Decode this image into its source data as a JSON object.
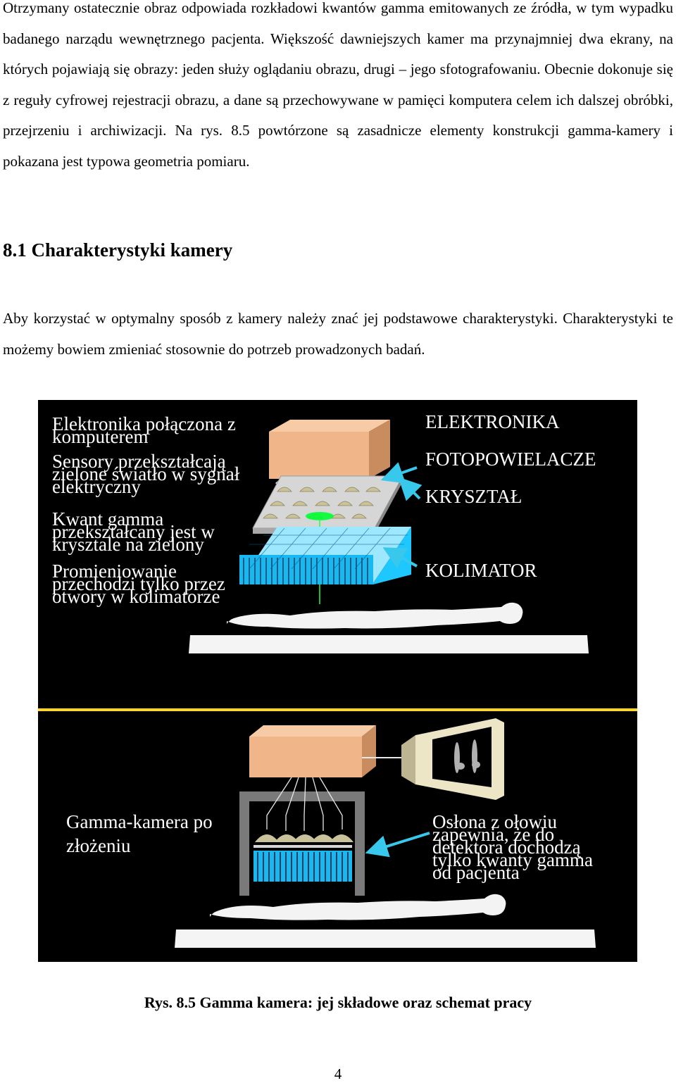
{
  "body": {
    "paragraph1": "Otrzymany ostatecznie obraz odpowiada rozkładowi kwantów gamma emitowanych ze źródła, w tym wypadku badanego narządu wewnętrznego pacjenta. Większość dawniejszych kamer ma przynajmniej dwa ekrany, na których pojawiają się obrazy: jeden służy oglądaniu obrazu, drugi – jego sfotografowaniu. Obecnie dokonuje się z reguły cyfrowej rejestracji obrazu, a dane są przechowywane w pamięci komputera celem ich dalszej obróbki, przejrzeniu i archiwizacji. Na rys. 8.5 powtórzone są zasadnicze elementy konstrukcji gamma-kamery i pokazana jest typowa geometria pomiaru.",
    "section_heading": "8.1 Charakterystyki kamery",
    "paragraph2": "Aby korzystać w optymalny sposób z kamery należy znać jej podstawowe charakterystyki. Charakterystyki te możemy bowiem zmieniać stosownie do potrzeb prowadzonych badań."
  },
  "figure": {
    "left_labels": [
      "Elektronika połączona z\nkomputerem",
      "Sensory przekształcają\nzielone światło w sygnał\nelektryczny",
      "Kwant gamma\nprzekształcany jest w\nkrysztale na zielony",
      "Promieniowanie\nprzechodzi tylko przez\notwory w kolimatorze"
    ],
    "right_labels": [
      "ELEKTRONIKA",
      "FOTOPOWIELACZE",
      "KRYSZTAŁ",
      "KOLIMATOR"
    ],
    "assembled_label": "Gamma-kamera po\nzłożeniu",
    "shield_label": "Osłona z ołowiu\nzapewnia, że do\ndetektora dochodzą\ntylko kwanty gamma\nod pacjenta",
    "colors": {
      "electronics_box": "#f0b68a",
      "crystal": "#1ec8ff",
      "arrow": "#38c8ec",
      "scintillation": "#00ff33",
      "divider": "#ffd633",
      "shield": "#7a7a7a"
    }
  },
  "caption": "Rys. 8.5 Gamma kamera: jej składowe oraz schemat pracy",
  "page_number": "4"
}
